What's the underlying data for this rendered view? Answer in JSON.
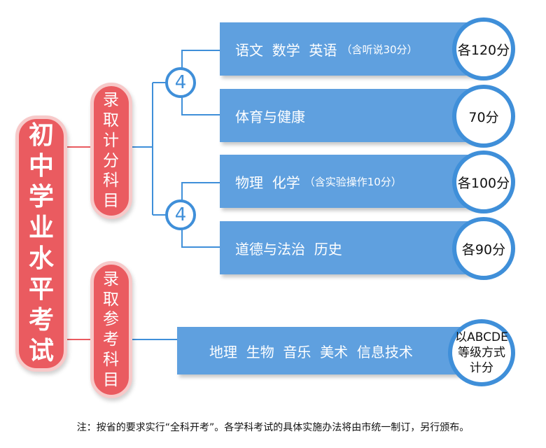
{
  "title_chars": [
    "初",
    "中",
    "学",
    "业",
    "水",
    "平",
    "考",
    "试"
  ],
  "group_scored": {
    "label_chars": [
      "录",
      "取",
      "计",
      "分",
      "科",
      "目"
    ],
    "clusters": [
      {
        "count": "4"
      },
      {
        "count": "4"
      }
    ]
  },
  "group_reference": {
    "label_chars": [
      "录",
      "取",
      "参",
      "考",
      "科",
      "目"
    ]
  },
  "subjects": [
    {
      "text": "语文  数学  英语",
      "note": "（含听说30分）",
      "score": "各120分"
    },
    {
      "text": "体育与健康",
      "note": "",
      "score": "70分"
    },
    {
      "text": "物理  化学",
      "note": "（含实验操作10分）",
      "score": "各100分"
    },
    {
      "text": "道德与法治  历史",
      "note": "",
      "score": "各90分"
    }
  ],
  "reference": {
    "text": "地理  生物  音乐  美术  信息技术",
    "score_lines": [
      "以ABCDE",
      "等级方式",
      "计分"
    ]
  },
  "footnote": "注：按省的要求实行“全科开考”。各学科考试的具体实施办法将由市统一制订，另行颁布。",
  "colors": {
    "pill_fill": "#ea5b60",
    "pill_border": "#f7c9c9",
    "bar_fill": "#5fa0df",
    "circle_border": "#3f8fd9",
    "line": "#3f8fd9",
    "pink_line": "#ea5b60"
  }
}
